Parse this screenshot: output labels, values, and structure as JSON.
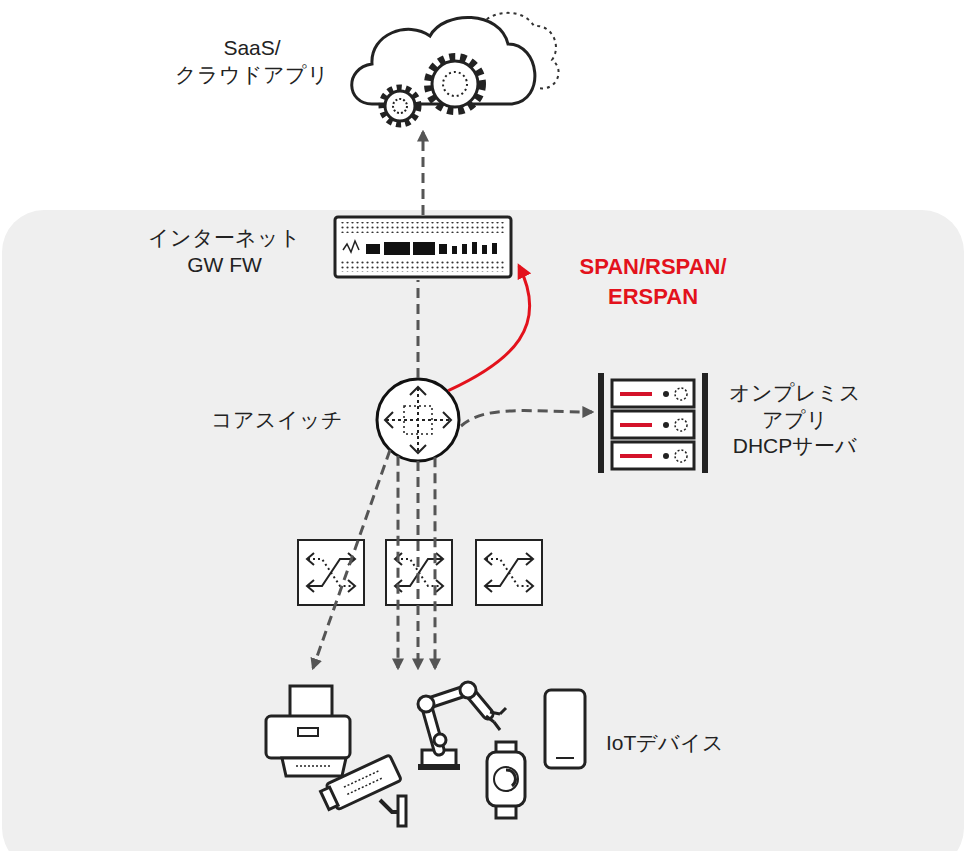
{
  "diagram": {
    "nodes": [
      {
        "text": [
          "SaaS/ クラウドアプリ"
        ]
      },
      {
        "text": [
          "インターネット GW FW"
        ]
      },
      {
        "text": [
          "コアスイッチ"
        ]
      },
      {
        "text": [
          "オンプレミス アプリ DHCPサーバ"
        ]
      },
      {
        "text": [
          "IoTデバイス"
        ]
      }
    ],
    "edges": [
      {
        "from": 2,
        "to": 1,
        "arrow": "none"
      },
      {
        "from": 1,
        "to": 0,
        "arrow": "to"
      },
      {
        "from": 2,
        "to": 1,
        "label": "SPAN/RSPAN/ ERSPAN",
        "arrow": "to"
      },
      {
        "from": 2,
        "to": 3,
        "arrow": "to"
      },
      {
        "from": 2,
        "to": 4,
        "arrow": "to"
      },
      {
        "from": 2,
        "to": 4,
        "arrow": "to"
      },
      {
        "from": 2,
        "to": 4,
        "arrow": "to"
      },
      {
        "from": 2,
        "to": 4,
        "arrow": "to"
      }
    ]
  }
}
